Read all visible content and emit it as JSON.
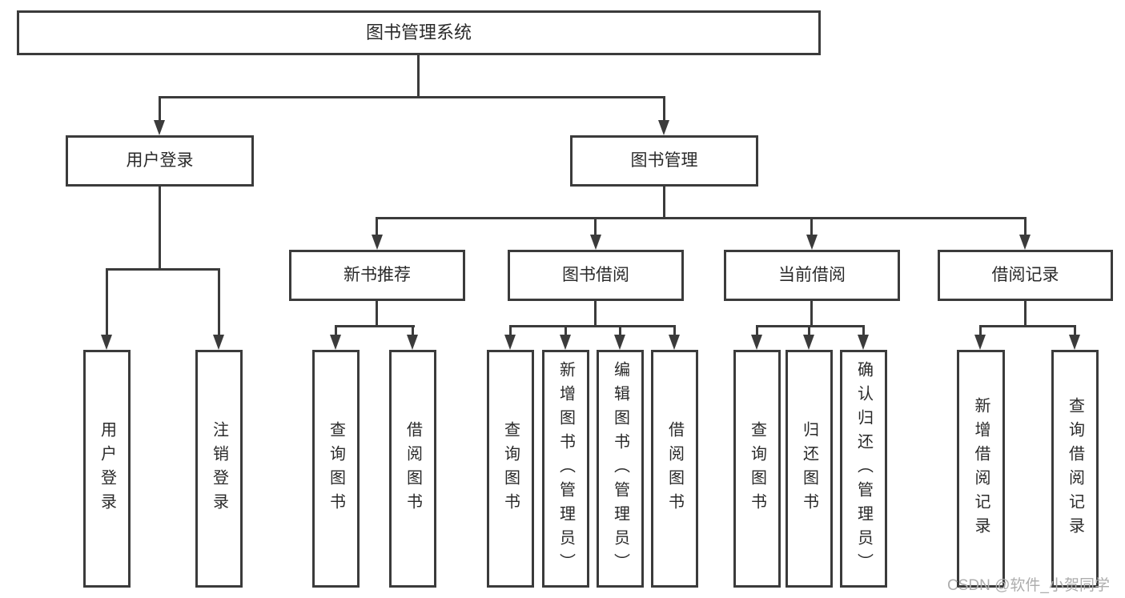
{
  "colors": {
    "line": "#3b3b3b",
    "text": "#2a2a2a",
    "box-bg": "#ffffff",
    "watermark": "#adadad"
  },
  "tree": {
    "root": "图书管理系统",
    "branches": [
      {
        "label": "用户登录",
        "children": [
          "用户登录",
          "注销登录"
        ]
      },
      {
        "label": "图书管理",
        "children": [
          {
            "label": "新书推荐",
            "children": [
              "查询图书",
              "借阅图书"
            ]
          },
          {
            "label": "图书借阅",
            "children": [
              "查询图书",
              "新增图书（管理员）",
              "编辑图书（管理员）",
              "借阅图书"
            ]
          },
          {
            "label": "当前借阅",
            "children": [
              "查询图书",
              "归还图书",
              "确认归还（管理员）"
            ]
          },
          {
            "label": "借阅记录",
            "children": [
              "新增借阅记录",
              "查询借阅记录"
            ]
          }
        ]
      }
    ]
  },
  "watermark": "CSDN @软件_小贺同学"
}
